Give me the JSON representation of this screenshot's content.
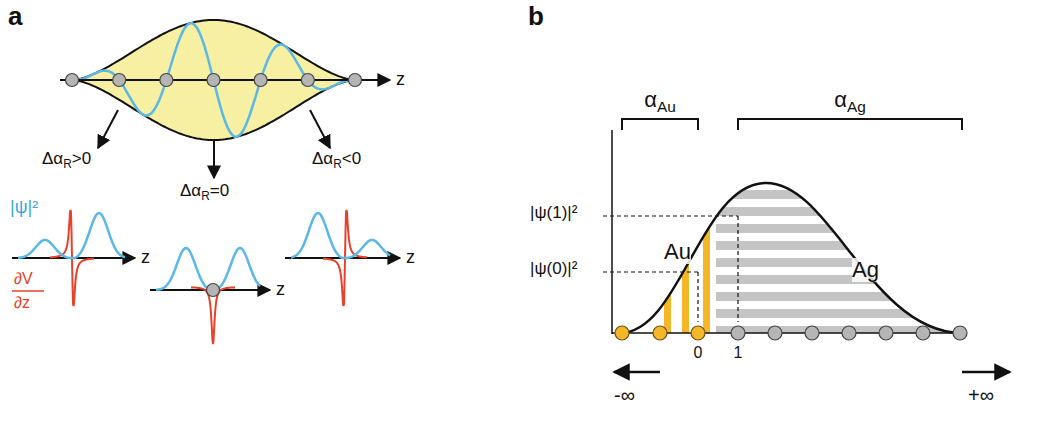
{
  "diagram": {
    "labels": [
      "a",
      "b",
      "z",
      "ΔαR>0",
      "ΔαR=0",
      "ΔαR<0",
      "|ψ|²",
      "∂V",
      "∂z",
      "z",
      "z",
      "z",
      "αAu",
      "αAg",
      "|ψ(1)|²",
      "|ψ(0)|²",
      "Au",
      "Ag",
      "0",
      "1",
      "-∞",
      "+∞"
    ]
  }
}
